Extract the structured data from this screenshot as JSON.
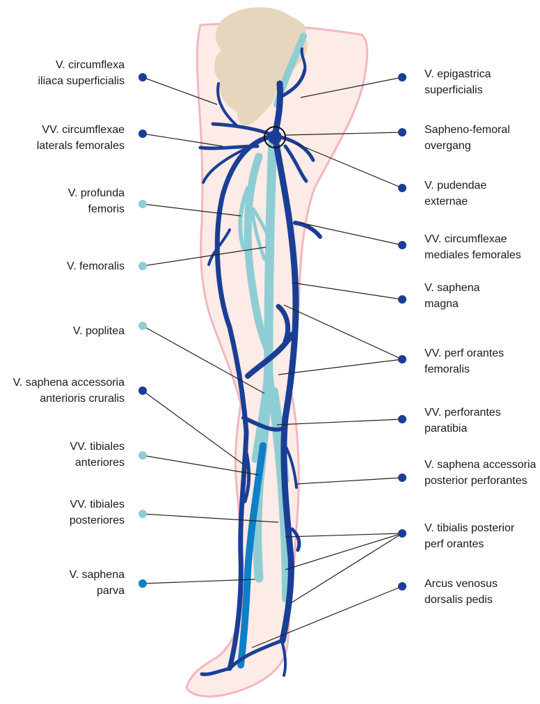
{
  "colors": {
    "skin_fill": "#fcebe6",
    "skin_stroke": "#f2b7be",
    "deep_vein": "#8fcdd4",
    "superficial_vein": "#1a3e96",
    "parva_vein": "#0f7fc6",
    "pelvis": "#e6d6bd",
    "leader_line": "#222222"
  },
  "labels_left": [
    {
      "lines": [
        "V. circumflexa",
        "iliaca superficialis"
      ],
      "dot_color": "#1a3e96"
    },
    {
      "lines": [
        "VV. circumflexae",
        "laterals femorales"
      ],
      "dot_color": "#1a3e96"
    },
    {
      "lines": [
        "V. profunda",
        "femoris"
      ],
      "dot_color": "#8fcdd4"
    },
    {
      "lines": [
        "V. femoralis"
      ],
      "dot_color": "#8fcdd4"
    },
    {
      "lines": [
        "V. poplitea"
      ],
      "dot_color": "#8fcdd4"
    },
    {
      "lines": [
        "V. saphena accessoria",
        "anterioris cruralis"
      ],
      "dot_color": "#1a3e96"
    },
    {
      "lines": [
        "VV. tibiales",
        "anteriores"
      ],
      "dot_color": "#8fcdd4"
    },
    {
      "lines": [
        "VV. tibiales",
        "posteriores"
      ],
      "dot_color": "#8fcdd4"
    },
    {
      "lines": [
        "V. saphena",
        "parva"
      ],
      "dot_color": "#0f7fc6"
    }
  ],
  "labels_right": [
    {
      "lines": [
        "V. epigastrica",
        "superficialis"
      ],
      "dot_color": "#1a3e96"
    },
    {
      "lines": [
        "Sapheno-femoral",
        "overgang"
      ],
      "dot_color": "#1a3e96"
    },
    {
      "lines": [
        "V. pudendae",
        "externae"
      ],
      "dot_color": "#1a3e96"
    },
    {
      "lines": [
        "VV. circumflexae",
        "mediales femorales"
      ],
      "dot_color": "#1a3e96"
    },
    {
      "lines": [
        "V. saphena",
        "magna"
      ],
      "dot_color": "#1a3e96"
    },
    {
      "lines": [
        "VV. perf orantes",
        "femoralis"
      ],
      "dot_color": "#1a3e96"
    },
    {
      "lines": [
        "VV. perforantes",
        "paratibia"
      ],
      "dot_color": "#1a3e96"
    },
    {
      "lines": [
        "V. saphena accessoria",
        "posterior perforantes"
      ],
      "dot_color": "#1a3e96"
    },
    {
      "lines": [
        "V. tibialis posterior",
        "perf orantes"
      ],
      "dot_color": "#1a3e96"
    },
    {
      "lines": [
        "Arcus venosus",
        "dorsalis pedis"
      ],
      "dot_color": "#1a3e96"
    }
  ]
}
